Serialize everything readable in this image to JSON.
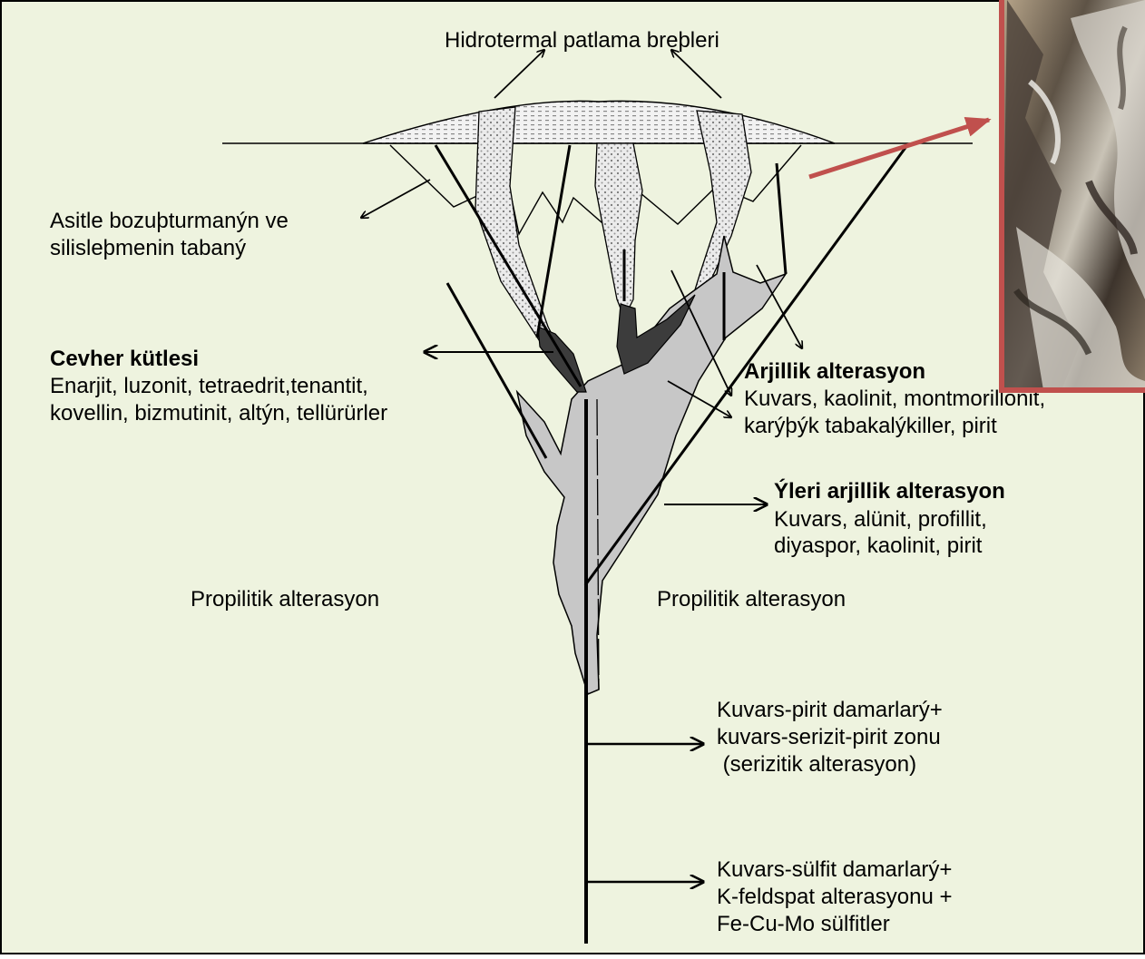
{
  "colors": {
    "background": "#eef3df",
    "vein_fill": "#c7c7c7",
    "ore_fill": "#3c3c3c",
    "breccia_fill": "#e4e4e4",
    "photo_border": "#c0504d",
    "pointer_arrow": "#c0504d"
  },
  "labels": {
    "breccia": "Hidrotermal patlama breþleri",
    "acid_base_1": "Asitle bozuþturmanýn ve",
    "acid_base_2": "silisleþmenin  tabaný",
    "ore_title": "Cevher kütlesi",
    "ore_line1": "Enarjit, luzonit, tetraedrit,tenantit,",
    "ore_line2": "kovellin, bizmutinit, altýn, tellürürler",
    "argillic_title": "Arjillik alterasyon",
    "argillic_line1": "Kuvars, kaolinit, montmorillonit,",
    "argillic_line2": "karýþýk tabakalýkiller, pirit",
    "adv_argillic_title": "Ýleri arjillik alterasyon",
    "adv_argillic_line1": "Kuvars, alünit, profillit,",
    "adv_argillic_line2": "diyaspor, kaolinit, pirit",
    "propylitic_left": "Propilitik alterasyon",
    "propylitic_right": "Propilitik alterasyon",
    "sericitic_1": "Kuvars-pirit damarlarý+",
    "sericitic_2": "kuvars-serizit-pirit zonu",
    "sericitic_3": " (serizitik alterasyon)",
    "potassic_1": "Kuvars-sülfit damarlarý+",
    "potassic_2": "K-feldspat alterasyonu +",
    "potassic_3": "Fe-Cu-Mo sülfitler"
  },
  "photo": {
    "subject": "rock-outcrop-photo"
  }
}
